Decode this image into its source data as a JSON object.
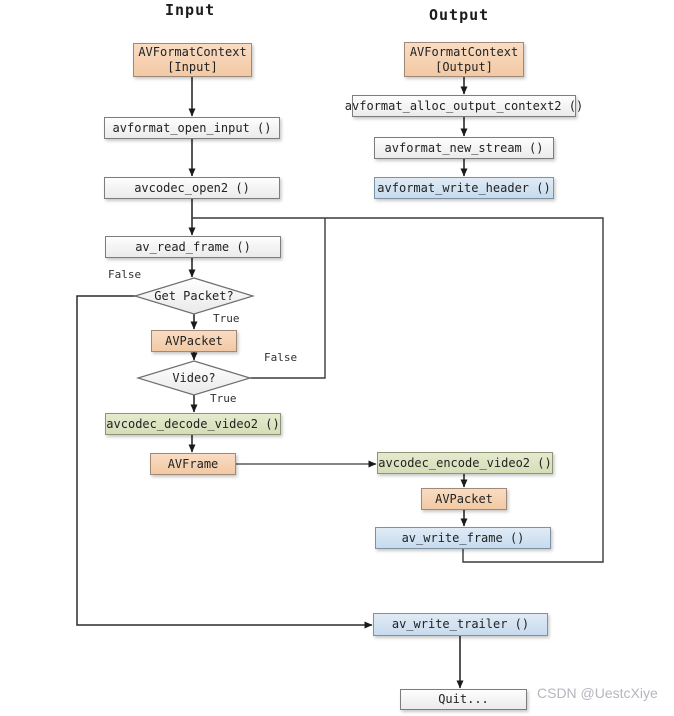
{
  "titles": {
    "input": "Input",
    "output": "Output"
  },
  "nodes": {
    "avformat_context_input": {
      "line1": "AVFormatContext",
      "line2": "[Input]"
    },
    "avformat_open_input": "avformat_open_input ()",
    "avcodec_open2": "avcodec_open2 ()",
    "av_read_frame": "av_read_frame ()",
    "get_packet": "Get Packet?",
    "avpacket_decode": "AVPacket",
    "video": "Video?",
    "avcodec_decode_video2": "avcodec_decode_video2 ()",
    "avframe": "AVFrame",
    "avformat_context_output": {
      "line1": "AVFormatContext",
      "line2": "[Output]"
    },
    "avformat_alloc_output_context2": "avformat_alloc_output_context2 ()",
    "avformat_new_stream": "avformat_new_stream ()",
    "avformat_write_header": "avformat_write_header ()",
    "avcodec_encode_video2": "avcodec_encode_video2 ()",
    "avpacket_encode": "AVPacket",
    "av_write_frame": "av_write_frame ()",
    "av_write_trailer": "av_write_trailer ()",
    "quit": "Quit..."
  },
  "edge_labels": {
    "get_packet_false": "False",
    "get_packet_true": "True",
    "video_false": "False",
    "video_true": "True"
  },
  "watermark": "CSDN @UestcXiye",
  "colors": {
    "struct_fill": "#f5cfb0",
    "function_fill": "#f2f2f2",
    "decode_fill": "#dbe3c2",
    "write_fill": "#cfe0ef",
    "line": "#3a3a3a"
  }
}
